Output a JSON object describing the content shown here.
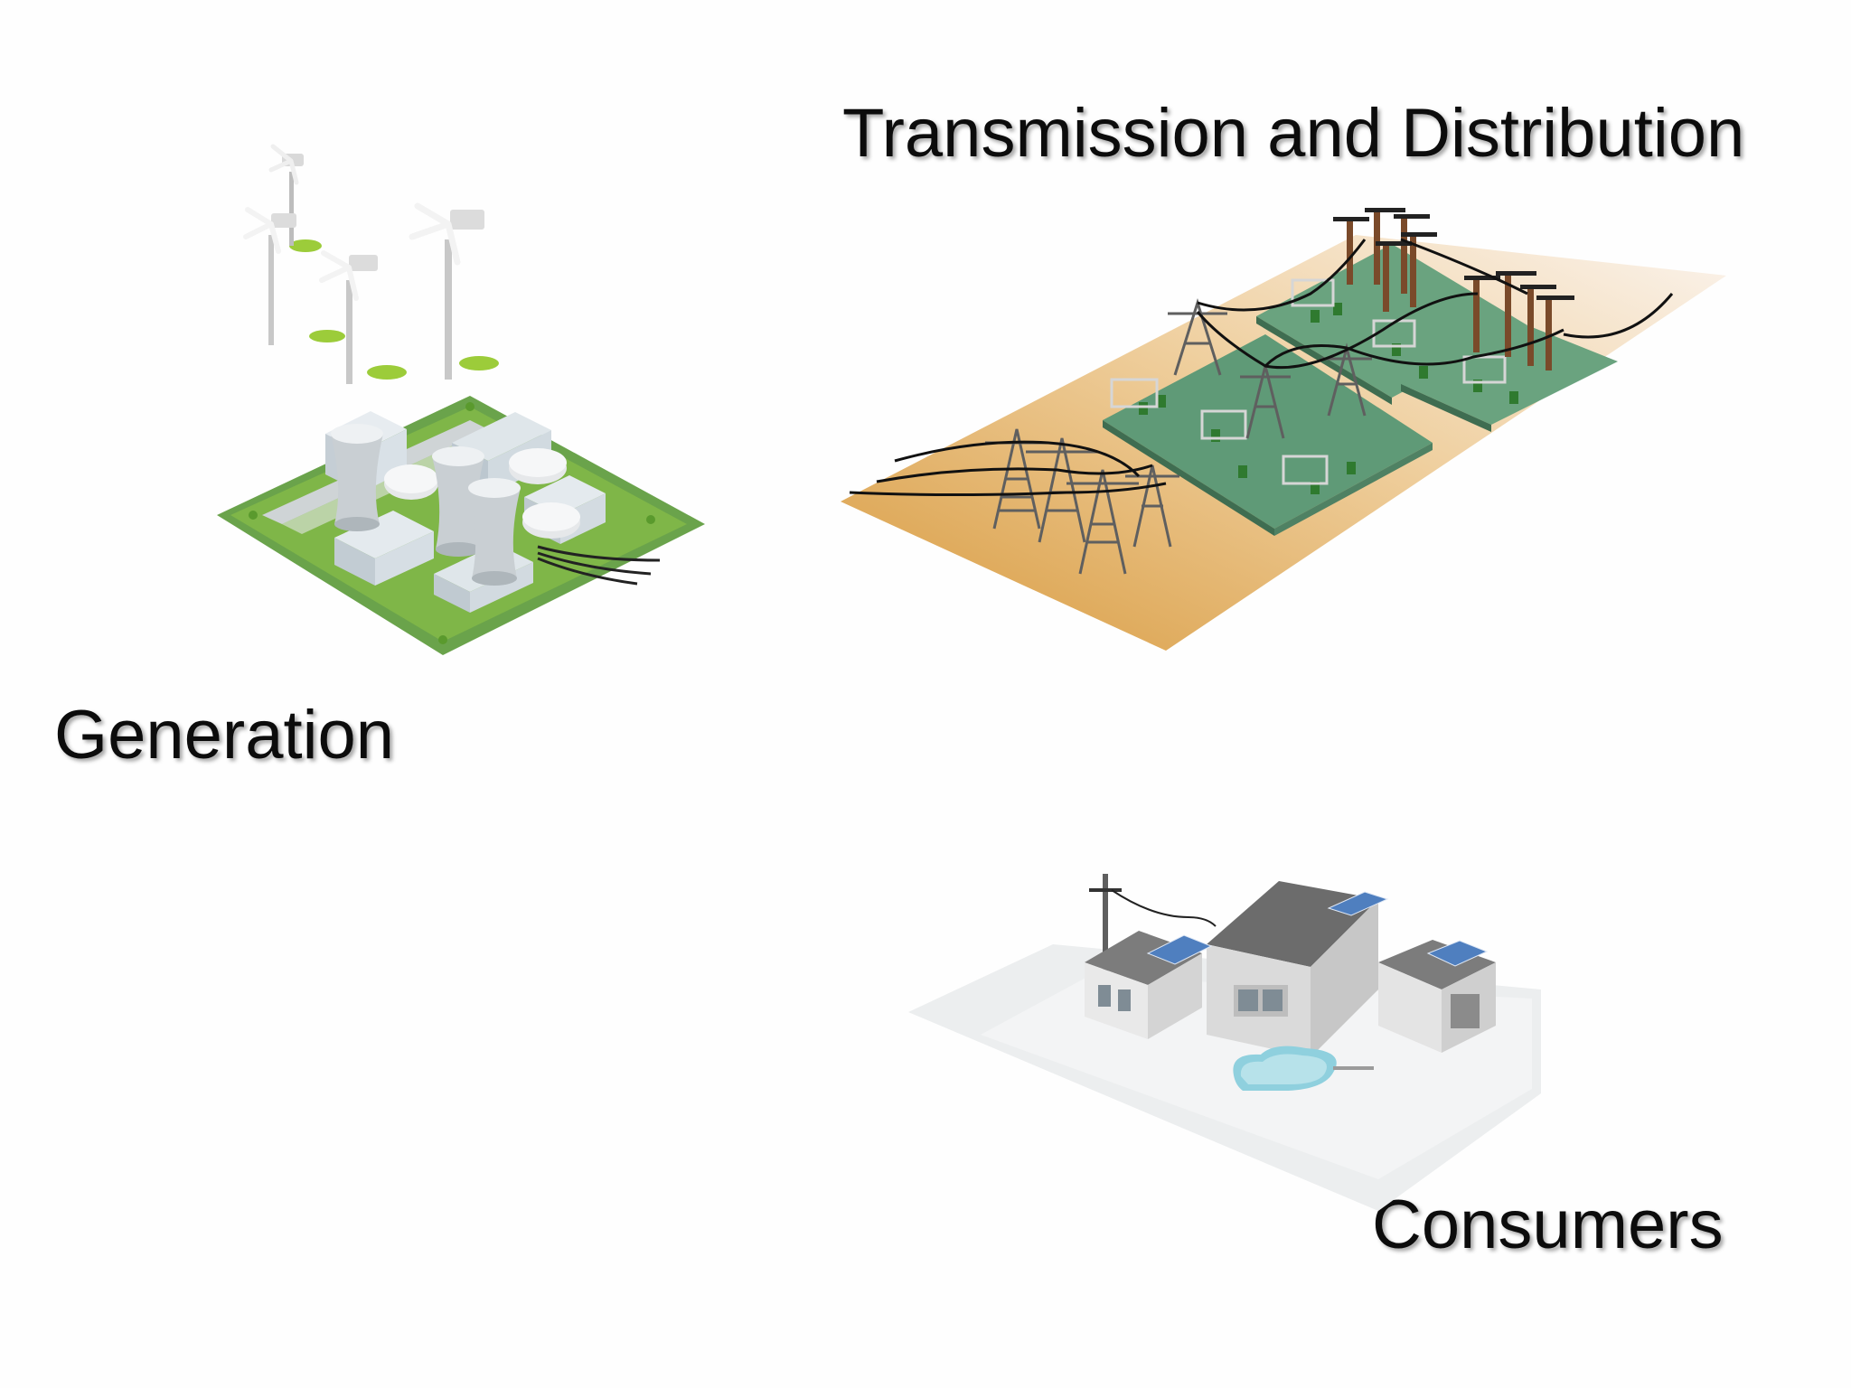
{
  "labels": {
    "transmission": "Transmission and Distribution",
    "generation": "Generation",
    "consumers": "Consumers"
  },
  "colors": {
    "text": "#0c0c0c",
    "ground_green": "#7fb648",
    "grass_light": "#9ccc3a",
    "sand": "#d79a3e",
    "substation_green": "#6aa37f",
    "pole_brown": "#7a4a2a",
    "tower_gray": "#5f5f5f",
    "roof_gray": "#7c7c7c",
    "solar_blue": "#4f7fbf",
    "pool_blue": "#a9dbe6"
  },
  "icons": {
    "generation": "power-plant-with-wind-turbines-illustration",
    "transmission": "transmission-towers-and-substations-illustration",
    "consumers": "solar-house-with-pool-illustration"
  }
}
